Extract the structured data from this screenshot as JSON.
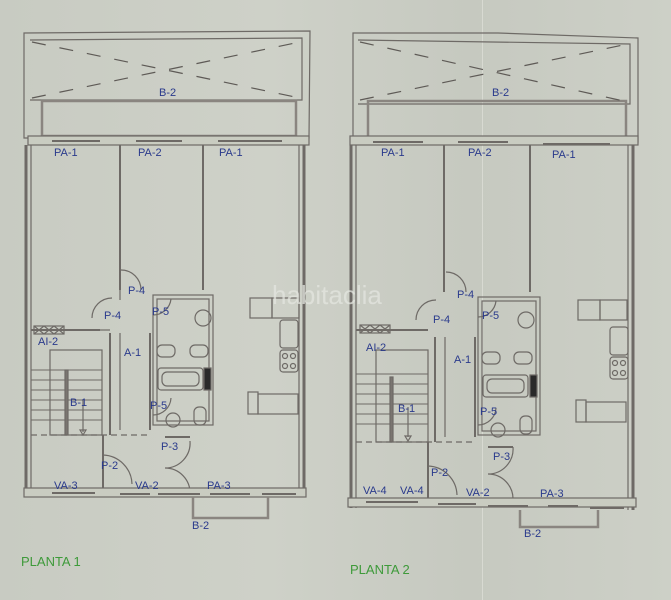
{
  "watermark": "habitaclia",
  "plans": [
    {
      "title": "PLANTA 1",
      "labels": {
        "balcony_top": "B-2",
        "pa1_left": "PA-1",
        "pa2": "PA-2",
        "pa1_right": "PA-1",
        "p4_top": "P-4",
        "p4_left": "P-4",
        "p5_top": "P-5",
        "ai2": "AI-2",
        "a1": "A-1",
        "b1": "B-1",
        "p5_bottom": "P-5",
        "p3": "P-3",
        "p2": "P-2",
        "va_a": "VA-3",
        "va2": "VA-2",
        "pa3": "PA-3",
        "balcony_bottom": "B-2"
      }
    },
    {
      "title": "PLANTA 2",
      "labels": {
        "balcony_top": "B-2",
        "pa1_left": "PA-1",
        "pa2": "PA-2",
        "pa1_right": "PA-1",
        "p4_top": "P-4",
        "p4_left": "P-4",
        "p5_top": "P-5",
        "ai2": "AI-2",
        "a1": "A-1",
        "b1": "B-1",
        "p5_bottom": "P-5",
        "p3": "P-3",
        "p2": "P-2",
        "va_a": "VA-4",
        "va_b": "VA-4",
        "va2": "VA-2",
        "pa3": "PA-3",
        "balcony_bottom": "B-2"
      }
    }
  ],
  "colors": {
    "label": "#2a3a8c",
    "title": "#3e9a3a",
    "wall": "#6e6a66"
  }
}
